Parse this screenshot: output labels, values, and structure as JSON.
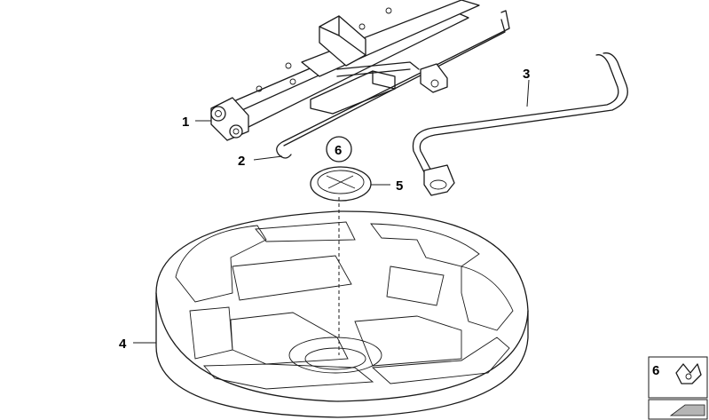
{
  "callouts": [
    {
      "id": "c1",
      "label": "1"
    },
    {
      "id": "c2",
      "label": "2"
    },
    {
      "id": "c3",
      "label": "3"
    },
    {
      "id": "c4",
      "label": "4"
    },
    {
      "id": "c5",
      "label": "5"
    },
    {
      "id": "c6",
      "label": "6"
    }
  ],
  "legend": {
    "label": "6"
  }
}
